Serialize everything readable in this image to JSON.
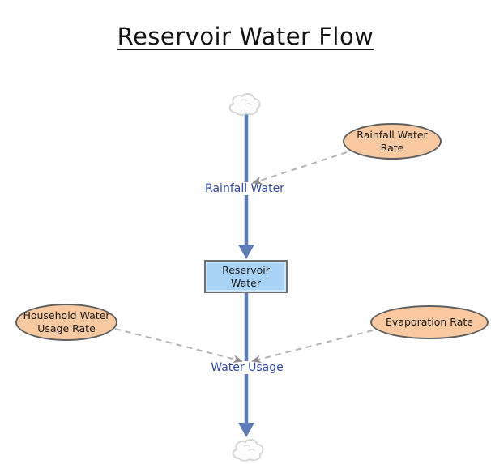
{
  "title": "Reservoir Water Flow",
  "stock": {
    "label": "Reservoir Water"
  },
  "flows": [
    {
      "label": "Rainfall Water"
    },
    {
      "label": "Water Usage"
    }
  ],
  "variables": [
    {
      "label": "Rainfall Water Rate"
    },
    {
      "label": "Household Water Usage Rate"
    },
    {
      "label": "Evaporation Rate"
    }
  ],
  "connectors": [
    {
      "from": "Rainfall Water Rate",
      "to": "Rainfall Water"
    },
    {
      "from": "Household Water Usage Rate",
      "to": "Water Usage"
    },
    {
      "from": "Evaporation Rate",
      "to": "Water Usage"
    }
  ],
  "colors": {
    "flow_line": "#5c7cb8",
    "flow_label_text": "#34499c",
    "stock_fill": "#a9d2f7",
    "stock_border": "#6e6e6e",
    "variable_fill": "#f9c9a1",
    "variable_border": "#5f5f5f",
    "connector_dash": "#b3b3b3",
    "connector_arrow": "#8f8f8f",
    "cloud_outline": "#d7d7d7"
  }
}
